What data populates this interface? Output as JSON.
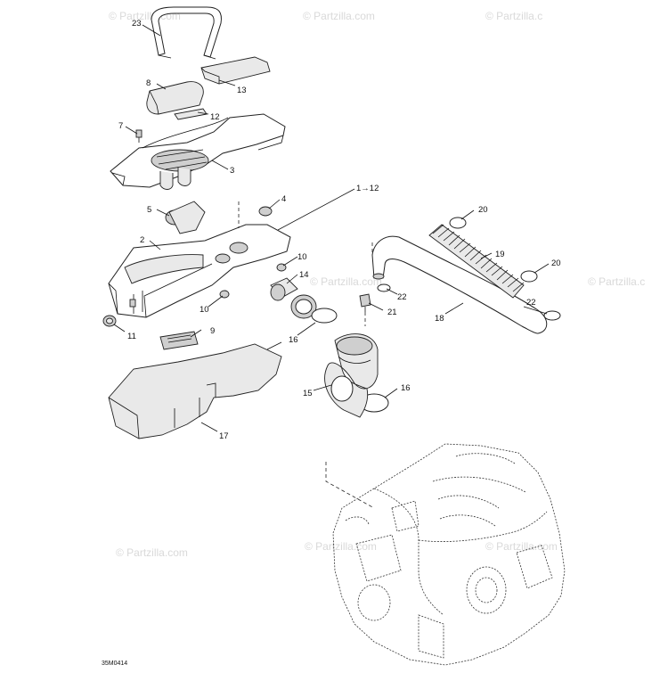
{
  "watermarks": {
    "w1": "© Partzilla.com",
    "w2": "© Partzilla.com",
    "w3": "© Partzilla.c",
    "w4": "© Partzilla.com",
    "w5": "© Partzilla.com",
    "w6": "© Partzilla.com",
    "w7": "© Partzilla.com",
    "w8": "© Partzilla.c"
  },
  "reference_code": "35M0414",
  "callouts": {
    "c23": "23",
    "c13": "13",
    "c8": "8",
    "c12a": "12",
    "c7": "7",
    "c3": "3",
    "c4": "4",
    "c1to12": "1→12",
    "c5": "5",
    "c2": "2",
    "c20a": "20",
    "c19": "19",
    "c20b": "20",
    "c10a": "10",
    "c14": "14",
    "c22a": "22",
    "c21": "21",
    "c22b": "22",
    "c18": "18",
    "c10b": "10",
    "c9": "9",
    "c11": "11",
    "c16a": "16",
    "c15": "15",
    "c16b": "16",
    "c17": "17"
  }
}
